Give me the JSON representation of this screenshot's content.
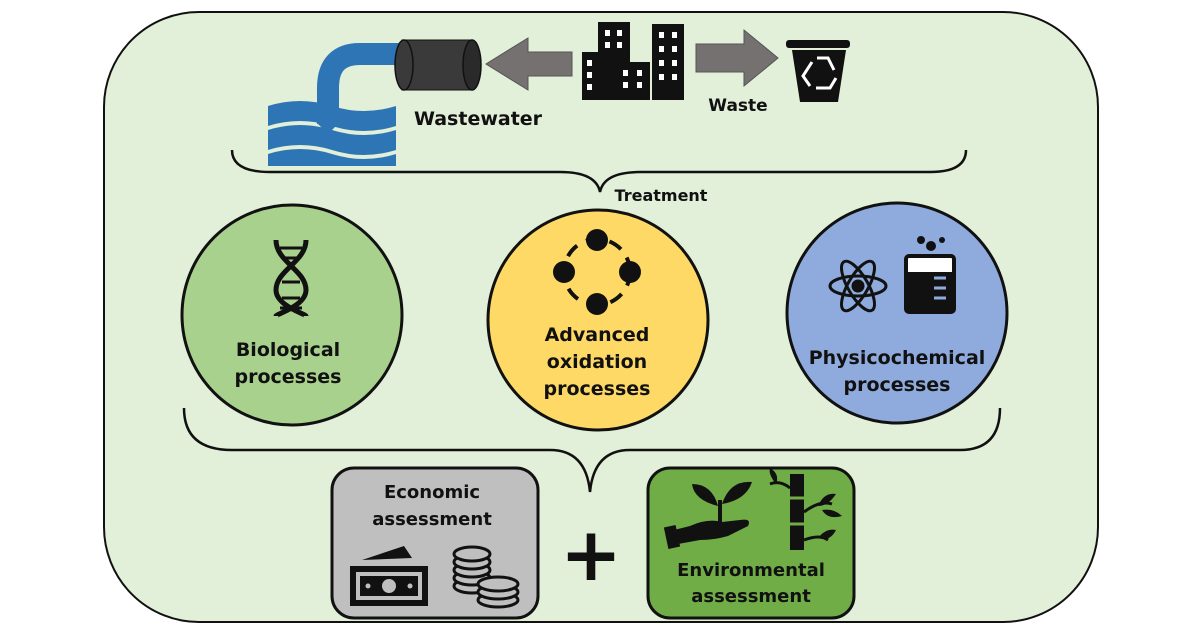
{
  "labels": {
    "wastewater": "Wastewater",
    "waste": "Waste",
    "treatment": "Treatment",
    "biological": [
      "Biological",
      "processes"
    ],
    "advanced_oxidation": [
      "Advanced",
      "oxidation",
      "processes"
    ],
    "physicochemical": [
      "Physicochemical",
      "processes"
    ],
    "economic": [
      "Economic",
      "assessment"
    ],
    "environmental": [
      "Environmental",
      "assessment"
    ],
    "plus": "+"
  },
  "colors": {
    "background_panel": "#e2efd9",
    "biological": "#a9d18e",
    "advanced_oxidation": "#ffd966",
    "physicochemical": "#8faadc",
    "economic": "#bfbfbf",
    "environmental": "#70ad47",
    "water": "#2e75b6",
    "arrow": "#767171"
  },
  "icons": {
    "pipe": "pipe-icon",
    "water": "water-waves-icon",
    "city": "city-buildings-icon",
    "recycle_bin": "recycle-bin-icon",
    "dna": "dna-icon",
    "cycle": "circular-cycle-icon",
    "atom": "atom-icon",
    "beaker": "beaker-icon",
    "money": "banknote-icon",
    "coins": "coins-icon",
    "plant_hand": "hand-plant-icon",
    "bamboo": "bamboo-icon"
  }
}
